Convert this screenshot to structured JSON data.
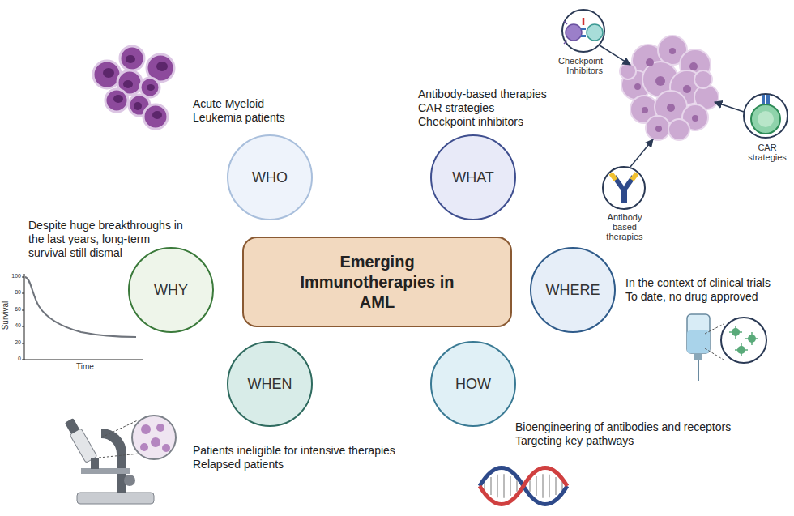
{
  "diagram": {
    "nodes": [
      {
        "text": [
          "WHO",
          "Acute Myeloid Leukemia patients"
        ]
      },
      {
        "text": [
          "WHAT",
          "Antibody-based therapies",
          "CAR strategies",
          "Checkpoint inhibitors"
        ]
      },
      {
        "text": [
          "WHY",
          "Despite huge breakthroughs in the last years, long-term survival still dismal"
        ]
      },
      {
        "text": [
          "Emerging Immunotherapies in AML"
        ]
      },
      {
        "text": [
          "WHERE",
          "In the context of clinical trials",
          "To date, no drug approved"
        ]
      },
      {
        "text": [
          "WHEN",
          "Patients ineligible for intensive therapies",
          "Relapsed patients"
        ]
      },
      {
        "text": [
          "HOW",
          "Bioengineering of antibodies and receptors",
          "Targeting key pathways"
        ]
      }
    ],
    "labels": [
      "Checkpoint Inhibitors",
      "CAR strategies",
      "Antibody based therapies",
      "100",
      "80",
      "60",
      "40",
      "20",
      "0",
      "Survival",
      "Time"
    ]
  }
}
